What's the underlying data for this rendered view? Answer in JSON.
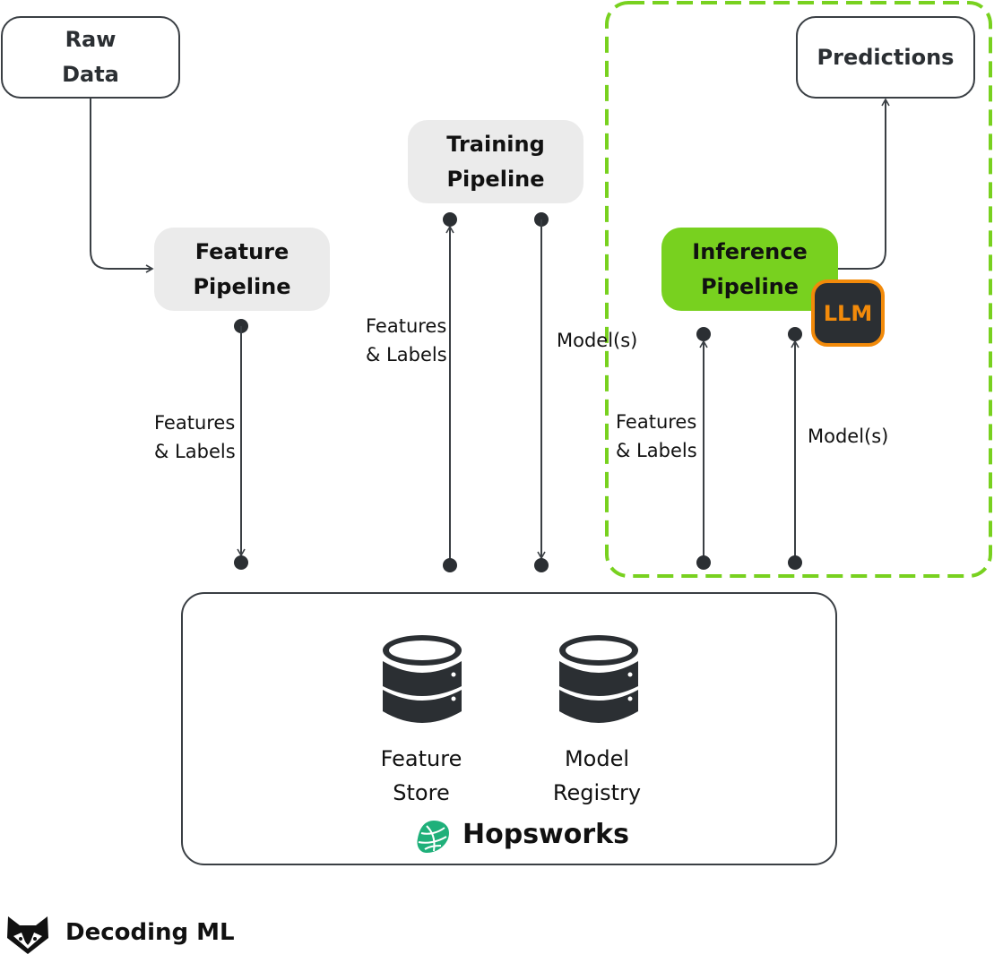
{
  "nodes": {
    "raw_data": [
      "Raw",
      "Data"
    ],
    "feature_pipeline": [
      "Feature",
      "Pipeline"
    ],
    "training_pipeline": [
      "Training",
      "Pipeline"
    ],
    "inference_pipeline": [
      "Inference",
      "Pipeline"
    ],
    "predictions": "Predictions",
    "llm_badge": "LLM"
  },
  "edge_labels": {
    "feature_to_store": [
      "Features",
      "& Labels"
    ],
    "store_to_training": [
      "Features",
      "& Labels"
    ],
    "training_to_registry": "Model(s)",
    "store_to_inference": [
      "Features",
      "& Labels"
    ],
    "registry_to_inference": "Model(s)"
  },
  "hopsworks": {
    "feature_store": [
      "Feature",
      "Store"
    ],
    "model_registry": [
      "Model",
      "Registry"
    ],
    "brand": "Hopsworks"
  },
  "footer": {
    "brand": "Decoding ML"
  },
  "colors": {
    "inference_green": "#78d11f",
    "dashed_border": "#78d11f",
    "llm_orange": "#f28a0a",
    "hopsworks_green": "#1fb07a",
    "dark": "#2b2f33"
  }
}
